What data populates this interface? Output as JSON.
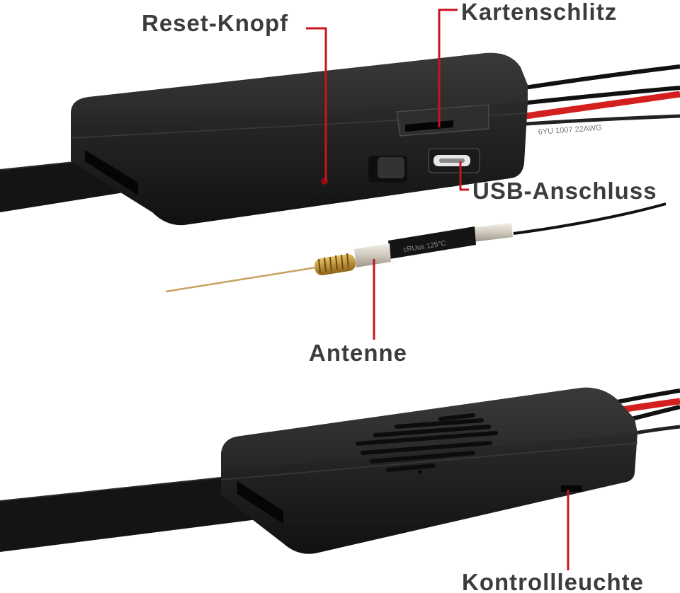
{
  "labels": {
    "reset_button": "Reset-Knopf",
    "card_slot": "Kartenschlitz",
    "usb_port": "USB-Anschluss",
    "antenna": "Antenne",
    "indicator_light": "Kontrollleuchte"
  },
  "cable_print": {
    "upper_wire": "6YU  1007  22AWG",
    "antenna_sleeve": "cRUus  125°C"
  },
  "colors": {
    "background": "#ffffff",
    "label_text": "#3c3c3c",
    "leader_line": "#c8141e",
    "device_body": "#1e1e1e",
    "device_top": "#2a2a2a",
    "strap": "#141414",
    "wire_red": "#d41f1f",
    "wire_black": "#111111",
    "antenna_coil": "#c99a2e",
    "antenna_whip": "#c8a060",
    "connector_metal": "#d6d0c6"
  }
}
